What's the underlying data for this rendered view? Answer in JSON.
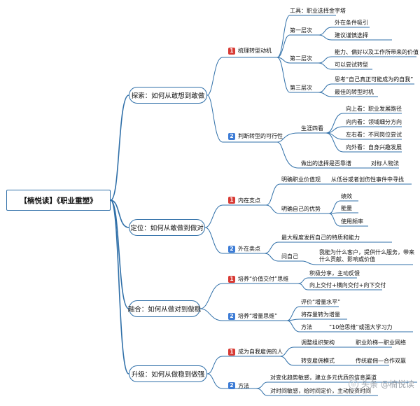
{
  "root": "【楠悦读】《职业重塑》",
  "branches": {
    "explore": "探索：如何从敢想到敢做",
    "position": "定位：如何从敢做到做对",
    "fuse": "融合：如何从做对到做稳",
    "upgrade": "升级：如何从做稳到做强"
  },
  "explore": {
    "s1": {
      "badge": "1",
      "label": "梳理转型动机"
    },
    "tool": "工具：职业选择金字塔",
    "layer1": "第一层次",
    "layer1_items": [
      "外在条件吸引",
      "建议谨慎选择"
    ],
    "layer2": "第二层次",
    "layer2_items": [
      "能力、偏好以及工作所带来的价值",
      "可以尝试转型"
    ],
    "layer3": "第三层次",
    "layer3_items": [
      "思考“自己真正可能成为的自我”",
      "最佳的转型时机"
    ],
    "s2": {
      "badge": "2",
      "label": "判断转型的可行性"
    },
    "four_views": "生涯四看",
    "views": [
      "向上看：职业发展路径",
      "向内看：领域细分方向",
      "左右看：不同岗位尝试",
      "向外看：自身兴趣发展"
    ],
    "reliable": "做出的选择是否靠谱",
    "benchmark": "对标人物法"
  },
  "position": {
    "s1": {
      "badge": "1",
      "label": "内在支点"
    },
    "values": "明确职业价值观",
    "values_tip": "从低谷或者创伤性事件中寻找",
    "strengths": "明确自己的优势",
    "strength_items": [
      "绩效",
      "能量",
      "使用频率"
    ],
    "s2": {
      "badge": "2",
      "label": "外在卖点"
    },
    "max_play": "最大程度发挥自己的特质和能力",
    "ask": "问自己",
    "ask_lines": [
      "我能为什么客户，提供什么服务，带来",
      "什么贡献、影响或价值"
    ]
  },
  "fuse": {
    "s1": {
      "badge": "1",
      "label": "培养“价值交付”思维"
    },
    "s1_items": [
      "积极分享，主动反馈",
      "向上交付+横向交付+向下交付"
    ],
    "s2": {
      "badge": "2",
      "label": "培养“增量思维”"
    },
    "eval": "评价“增量水平”",
    "convert": "将存量转为增量",
    "method": "方法",
    "method_tip": "“10倍思维”或强大学习力"
  },
  "upgrade": {
    "s1": {
      "badge": "1",
      "label": "成为自我雇佣的人"
    },
    "org": "调整组织架构",
    "org_tip": "职业阶梯—职业网络",
    "employ": "转变雇佣模式",
    "employ_tip": "传统雇佣—合作双赢",
    "s2": {
      "badge": "2",
      "label": "方法"
    },
    "m_items": [
      "对变化趋势敏感，建立多元优质的信息渠道",
      "对时间敏感，给时间定价，主动投资时间"
    ]
  },
  "watermark": "头条 @楠悦读",
  "colors": {
    "line": "#2f6fa8",
    "badge1": "#d83a34",
    "badge2": "#3d7cd6"
  }
}
